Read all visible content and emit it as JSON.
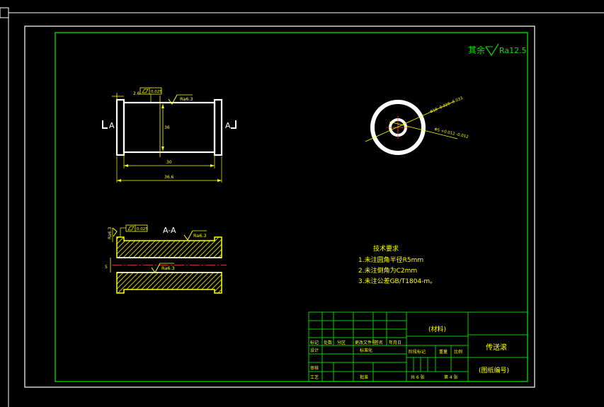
{
  "drawing": {
    "roughness_note": {
      "prefix": "其余",
      "symbol": "Ra12.5"
    },
    "front_view": {
      "section_mark_left": "A",
      "section_mark_right": "A",
      "dim_chamfer": "2.6",
      "dim_height": "36",
      "dim_inner_length": "30",
      "dim_total_length": "36.6",
      "roughness_top": "Ra6.3",
      "tolerance_box": "0.025"
    },
    "section_view": {
      "title": "A-A",
      "roughness_left": "Ra6.3",
      "roughness_top": "Ra6.3",
      "roughness_bore": "Ra6.3",
      "tolerance_box": "0.025",
      "dim_bore": "5"
    },
    "side_view": {
      "dim_outer": "Φ18 -0.020 -0.033",
      "dim_inner": "Φ5 +0.012 -0.012"
    },
    "tech_requirements": {
      "title": "技术要求",
      "items": [
        "1.未注圆角半径R5mm",
        "2.未注倒角为C2mm",
        "3.未注公差GB/T1804-m。"
      ]
    }
  },
  "title_block": {
    "material": "(材料)",
    "part_name": "传送滚",
    "drawing_number": "(图纸编号)",
    "labels": {
      "mark": "标记",
      "count": "处数",
      "zone": "分区",
      "change_doc": "更改文件号",
      "signature": "签名",
      "date": "年月日",
      "design": "设计",
      "standardize": "标准化",
      "stage_mark": "阶段标记",
      "weight": "重量",
      "scale": "比例",
      "review": "审核",
      "process": "工艺",
      "approve": "批准",
      "total_sheets": "共 6 张",
      "sheet_no": "第 4 张"
    }
  }
}
